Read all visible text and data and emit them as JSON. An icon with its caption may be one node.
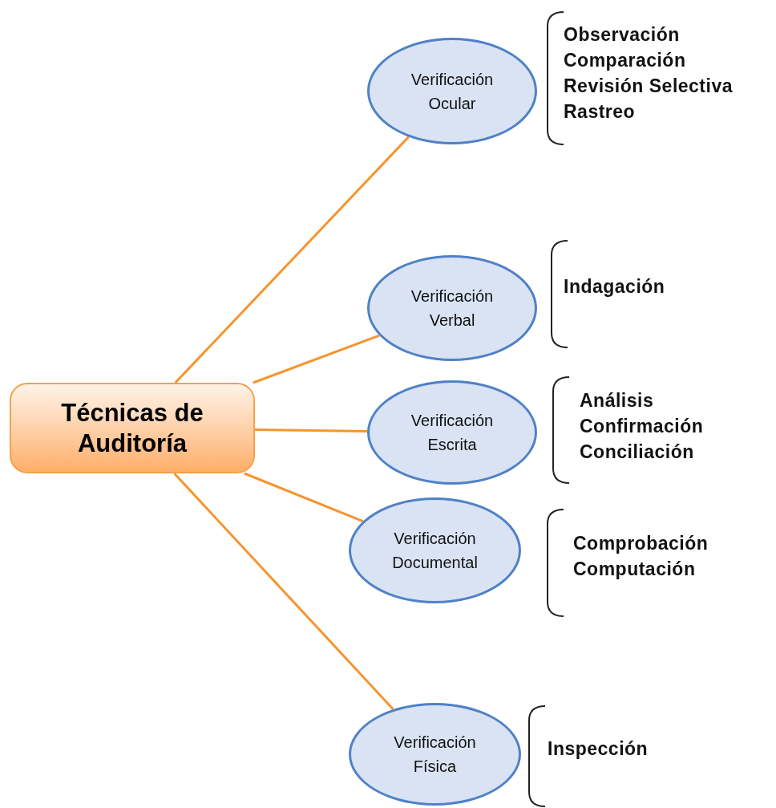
{
  "diagram": {
    "nodes": [
      {
        "text": [
          "Técnicas de Auditoría"
        ]
      },
      {
        "text": [
          "Verificación Ocular"
        ]
      },
      {
        "text": [
          "Verificación Verbal"
        ]
      },
      {
        "text": [
          "Verificación Escrita"
        ]
      },
      {
        "text": [
          "Verificación Documental"
        ]
      },
      {
        "text": [
          "Verificación Física"
        ]
      }
    ],
    "edges": [
      {
        "from": 0,
        "to": 1,
        "arrow": "none"
      },
      {
        "from": 0,
        "to": 2,
        "arrow": "none"
      },
      {
        "from": 0,
        "to": 3,
        "arrow": "none"
      },
      {
        "from": 0,
        "to": 4,
        "arrow": "none"
      },
      {
        "from": 0,
        "to": 5,
        "arrow": "none"
      }
    ],
    "labels": [
      "Observación",
      "Comparación",
      "Revisión Selectiva",
      "Rastreo",
      "Indagación",
      "Análisis",
      "Confirmación",
      "Conciliación",
      "Comprobación",
      "Computación",
      "Inspección"
    ]
  }
}
